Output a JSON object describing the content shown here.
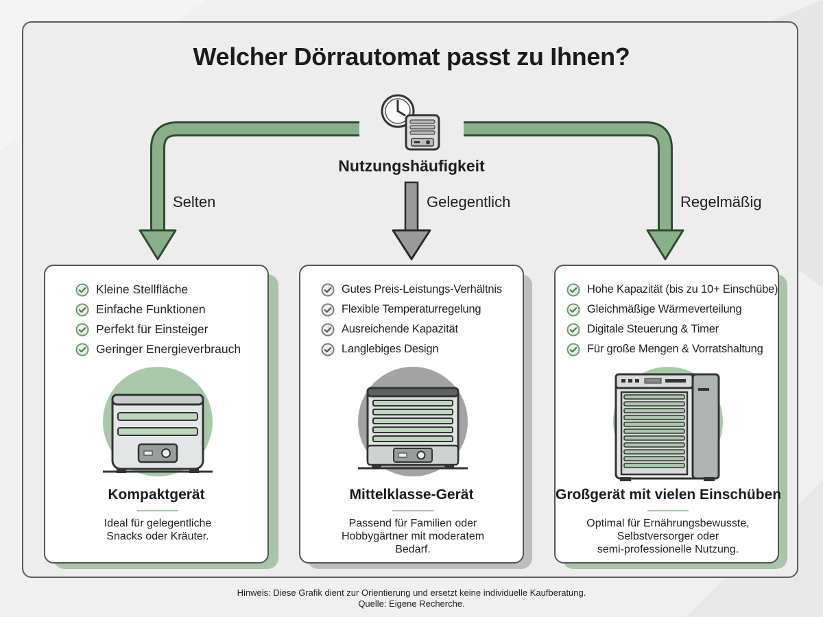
{
  "title": "Welcher Dörrautomat passt zu Ihnen?",
  "hub": {
    "label": "Nutzungshäufigkeit",
    "icon": "clock-dehydrator-icon"
  },
  "branches": {
    "left": "Selten",
    "center": "Gelegentlich",
    "right": "Regelmäßig"
  },
  "colors": {
    "green_arrow": "#89b08a",
    "green_dark": "#2f4a30",
    "gray_arrow": "#9a9a9a",
    "green_check": "#6f9a70",
    "gray_check": "#7d7d7d",
    "green_circle": "#a9c8a9",
    "gray_circle": "#a3a3a3"
  },
  "cards": [
    {
      "features": [
        "Kleine Stellfläche",
        "Einfache Funktionen",
        "Perfekt für Einsteiger",
        "Geringer Energieverbrauch"
      ],
      "title": "Kompaktgerät",
      "desc": [
        "Ideal für gelegentliche",
        "Snacks oder Kräuter."
      ]
    },
    {
      "features": [
        "Gutes Preis-Leistungs-Verhältnis",
        "Flexible Temperaturregelung",
        "Ausreichende Kapazität",
        "Langlebiges Design"
      ],
      "title": "Mittelklasse-Gerät",
      "desc": [
        "Passend für Familien oder",
        "Hobbygärtner mit moderatem",
        "Bedarf."
      ]
    },
    {
      "features": [
        "Hohe Kapazität (bis zu 10+ Einschübe)",
        "Gleichmäßige Wärmeverteilung",
        "Digitale Steuerung & Timer",
        "Für große Mengen & Vorratshaltung"
      ],
      "title": "Großgerät mit vielen Einschüben",
      "desc": [
        "Optimal für Ernährungsbewusste,",
        "Selbstversorger oder",
        "semi-professionelle Nutzung."
      ]
    }
  ],
  "footer": {
    "note": "Hinweis: Diese Grafik dient zur Orientierung und ersetzt keine individuelle Kaufberatung.",
    "source": "Quelle: Eigene Recherche."
  }
}
